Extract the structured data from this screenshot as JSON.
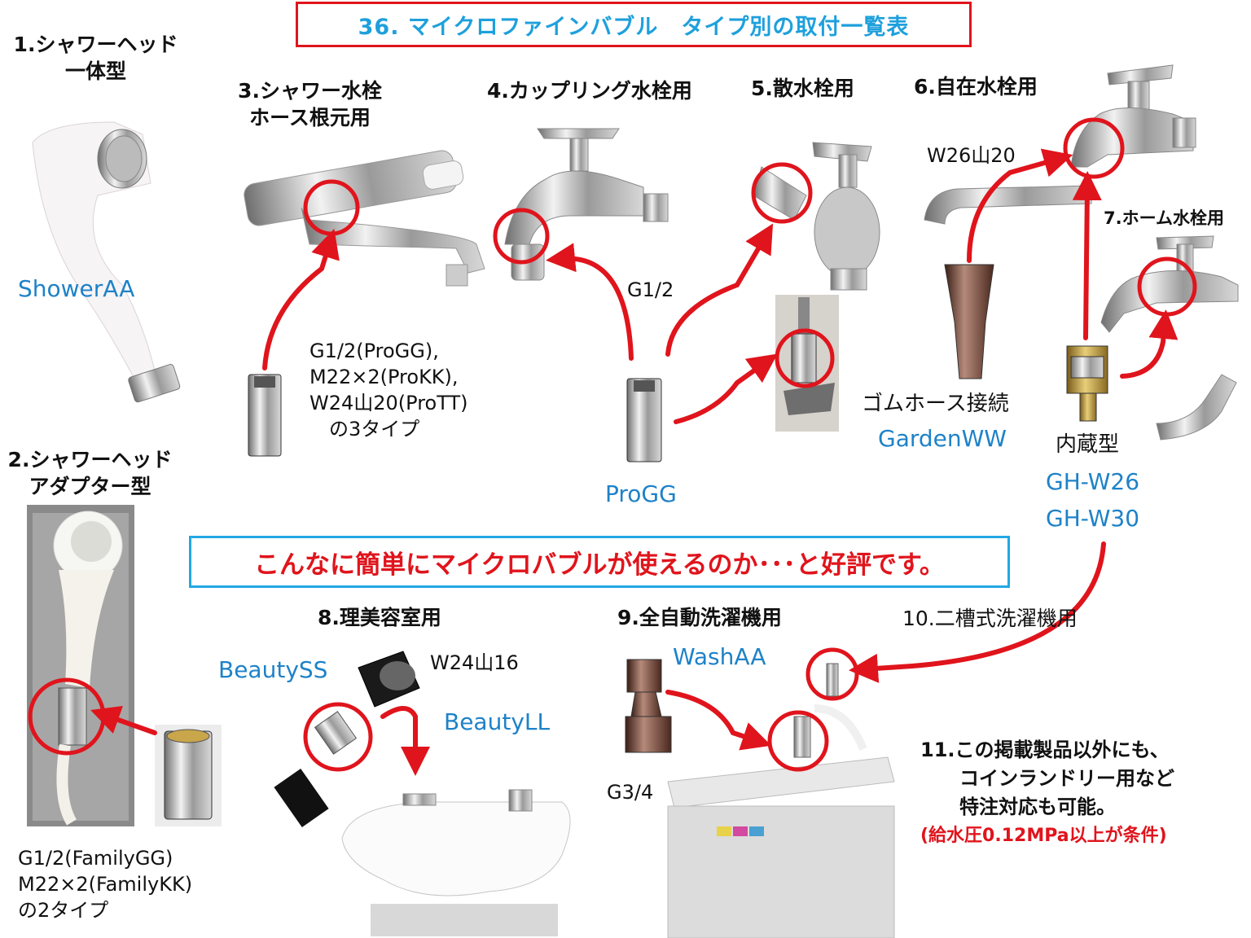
{
  "title": "36. マイクロファインバブル　タイプ別の取付一覧表",
  "banner": "こんなに簡単にマイクロバブルが使えるのか･･･と好評です。",
  "items": {
    "i1": {
      "line1": "1.シャワーヘッド",
      "line2": "一体型",
      "product": "ShowerAA"
    },
    "i2": {
      "line1": "2.シャワーヘッド",
      "line2": "アダプター型",
      "specs": [
        "G1/2(FamilyGG)",
        "M22×2(FamilyKK)",
        "の2タイプ"
      ]
    },
    "i3": {
      "line1": "3.シャワー水栓",
      "line2": "ホース根元用",
      "specs": [
        "G1/2(ProGG),",
        "M22×2(ProKK),",
        "W24山20(ProTT)",
        "　の3タイプ"
      ]
    },
    "i4": {
      "label": "4.カップリング水栓用",
      "spec": "G1/2",
      "product": "ProGG"
    },
    "i5": {
      "label": "5.散水栓用"
    },
    "i6": {
      "label": "6.自在水栓用",
      "spec": "W26山20",
      "hose_label": "ゴムホース接続",
      "product": "GardenWW"
    },
    "i7": {
      "label": "7.ホーム水栓用",
      "builtin_label": "内蔵型",
      "products": [
        "GH-W26",
        "GH-W30"
      ]
    },
    "i8": {
      "label": "8.理美容室用",
      "product1": "BeautySS",
      "spec": "W24山16",
      "product2": "BeautyLL"
    },
    "i9": {
      "label": "9.全自動洗濯機用",
      "product": "WashAA",
      "spec": "G3/4"
    },
    "i10": {
      "label": "10.二槽式洗濯機用"
    },
    "i11": {
      "lines": [
        "11.この掲載製品以外にも、",
        "コインランドリー用など",
        "特注対応も可能。"
      ],
      "note": "(給水圧0.12MPa以上が条件)"
    }
  },
  "colors": {
    "accent_red": "#e0141c",
    "product_blue": "#1e82c8",
    "title_blue": "#1ea0dc",
    "banner_border": "#22a8e4"
  }
}
